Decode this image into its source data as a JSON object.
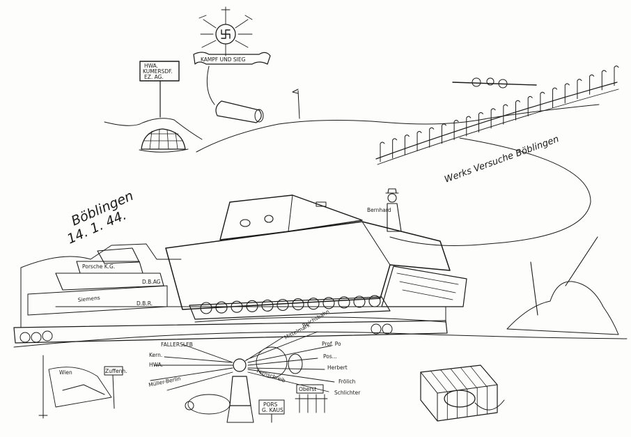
{
  "sign_hwa": [
    "HWA.",
    "KUMERSDF.",
    "EZ. AG."
  ],
  "banner": "KAMPF UND SIEG",
  "werks_text": "Werks Versuche Böblingen",
  "boeblingen_title": "Böblingen",
  "date": "14. 1. 44.",
  "bench_labels": {
    "porsche_kg": "Porsche K.G.",
    "siemens": "Siemens",
    "dbag": "D.B.AG",
    "dbr": "D.B.R."
  },
  "person_label": "Bernhard",
  "arrow_labels": {
    "fallersleben": "FALLERSLEB",
    "kern": "Kern.",
    "hwa": "HWA.",
    "mueller_berlin": "Müller-Berlin",
    "mittelmark": "Mittelmark",
    "reichsbahn": "Reichsbahn",
    "prof_po": "Prof. Po",
    "posselt": "Pos...",
    "herbert": "Herbert",
    "froehlich": "Frölich",
    "schlichter": "Schlichter",
    "fernschreib": "Fernschreib"
  },
  "wien_label": "Wien",
  "small_sign": "Zuffenh.",
  "board_label": "Oberst",
  "porsche_sign": [
    "PORS",
    "G. KAUS"
  ]
}
